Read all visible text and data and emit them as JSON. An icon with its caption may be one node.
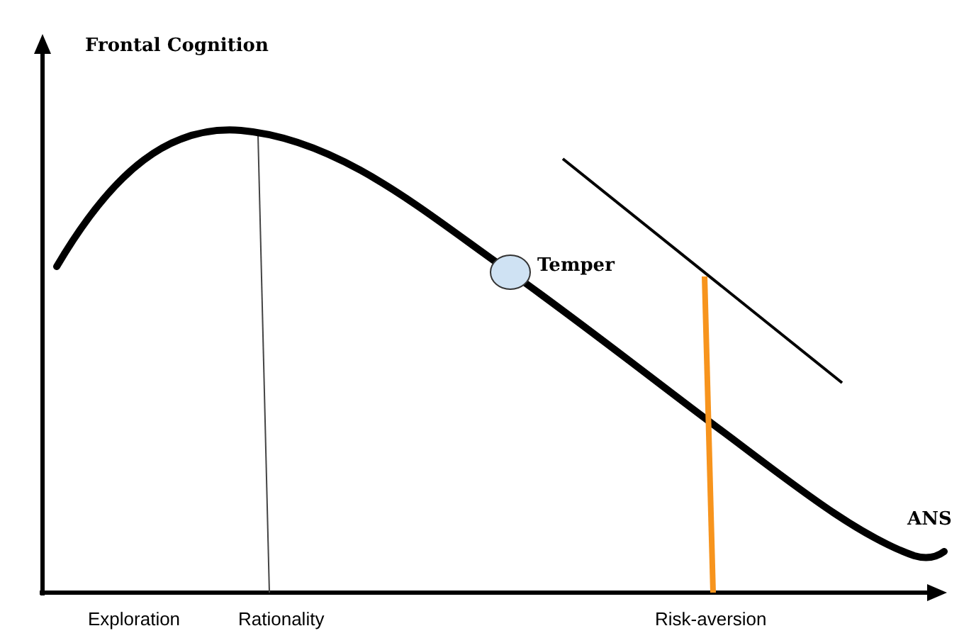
{
  "diagram": {
    "labels": [
      "Frontal Cognition",
      "Temper",
      "ANS",
      "Exploration",
      "Rationality",
      "Risk-aversion"
    ]
  }
}
